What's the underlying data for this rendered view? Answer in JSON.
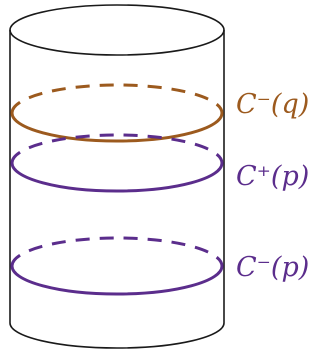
{
  "diagram": {
    "colors": {
      "outline": "#1a1a1a",
      "orange": "#9c5a1e",
      "purple": "#5b2d8c"
    },
    "curves": [
      {
        "id": "c-minus-q",
        "label": "C⁻(q)",
        "color": "orange"
      },
      {
        "id": "c-plus-p",
        "label": "C⁺(p)",
        "color": "purple"
      },
      {
        "id": "c-minus-p",
        "label": "C⁻(p)",
        "color": "purple"
      }
    ]
  }
}
